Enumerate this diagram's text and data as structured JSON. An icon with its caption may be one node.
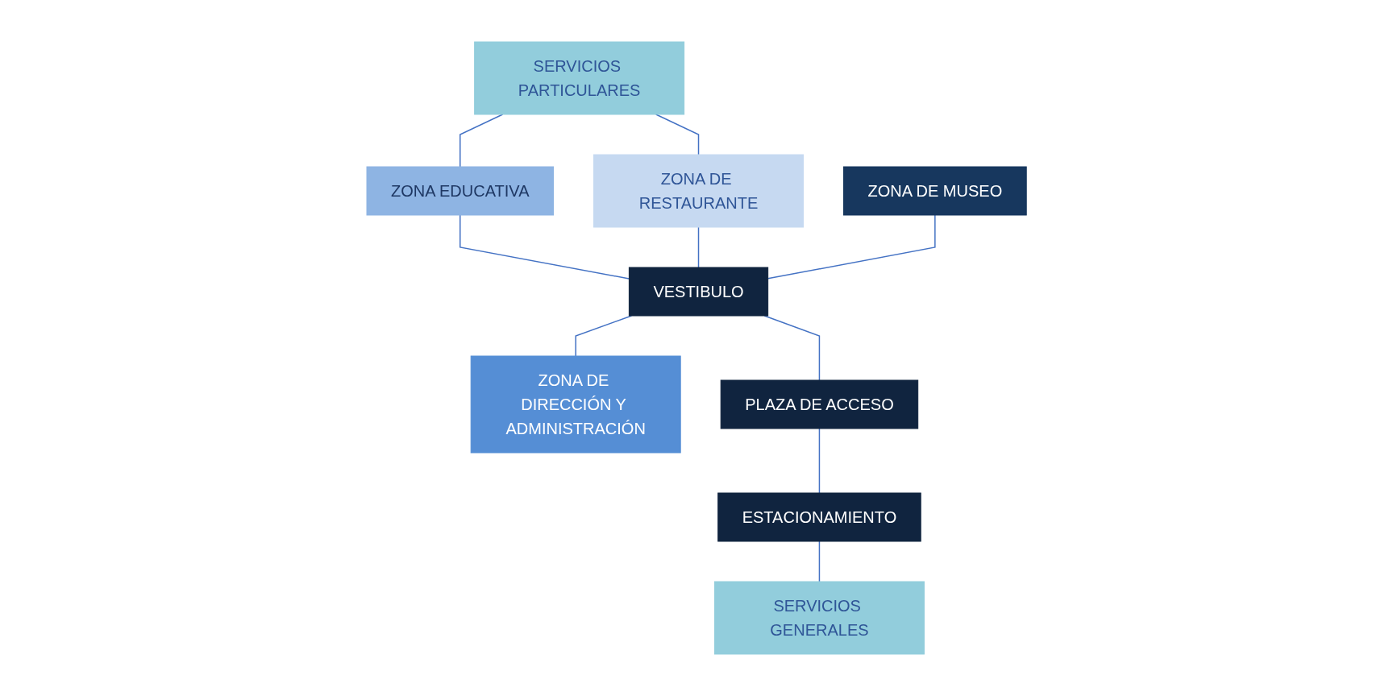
{
  "diagram": {
    "nodes": [
      {
        "text": [
          "SERVICIOS PARTICULARES"
        ]
      },
      {
        "text": [
          "ZONA EDUCATIVA"
        ]
      },
      {
        "text": [
          "ZONA DE RESTAURANTE"
        ]
      },
      {
        "text": [
          "ZONA DE MUSEO"
        ]
      },
      {
        "text": [
          "VESTIBULO"
        ]
      },
      {
        "text": [
          "ZONA DE DIRECCIÓN Y ADMINISTRACIÓN"
        ]
      },
      {
        "text": [
          "PLAZA DE ACCESO"
        ]
      },
      {
        "text": [
          "ESTACIONAMIENTO"
        ]
      },
      {
        "text": [
          "SERVICIOS GENERALES"
        ]
      }
    ],
    "edges": [
      {
        "from": 0,
        "to": 1,
        "arrow": "none"
      },
      {
        "from": 0,
        "to": 2,
        "arrow": "none"
      },
      {
        "from": 1,
        "to": 4,
        "arrow": "none"
      },
      {
        "from": 2,
        "to": 4,
        "arrow": "none"
      },
      {
        "from": 3,
        "to": 4,
        "arrow": "none"
      },
      {
        "from": 4,
        "to": 5,
        "arrow": "none"
      },
      {
        "from": 4,
        "to": 6,
        "arrow": "none"
      },
      {
        "from": 6,
        "to": 7,
        "arrow": "none"
      },
      {
        "from": 7,
        "to": 8,
        "arrow": "none"
      }
    ]
  }
}
